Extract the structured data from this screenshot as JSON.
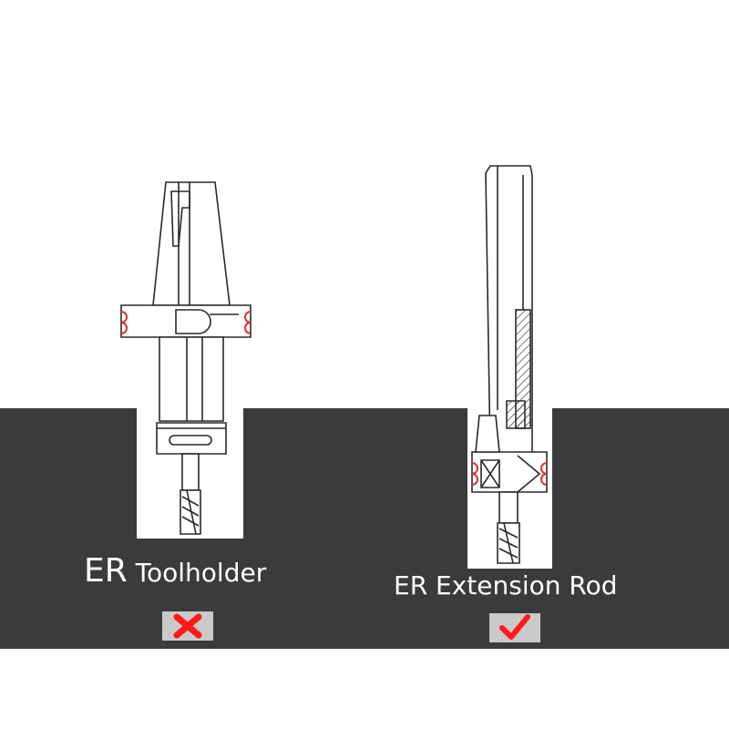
{
  "left": {
    "label_prefix": "ER",
    "label_rest": " Toolholder",
    "verdict_icon": "cross-icon",
    "verdict_color": "#ff1a1a"
  },
  "right": {
    "label": "ER Extension Rod",
    "verdict_icon": "check-icon",
    "verdict_color": "#ff1a1a"
  },
  "colors": {
    "workpiece": "#3b3b3d",
    "background": "#ffffff",
    "outline": "#2a2a2a",
    "highlight": "#e03030",
    "badge": "#c9c9c9"
  }
}
